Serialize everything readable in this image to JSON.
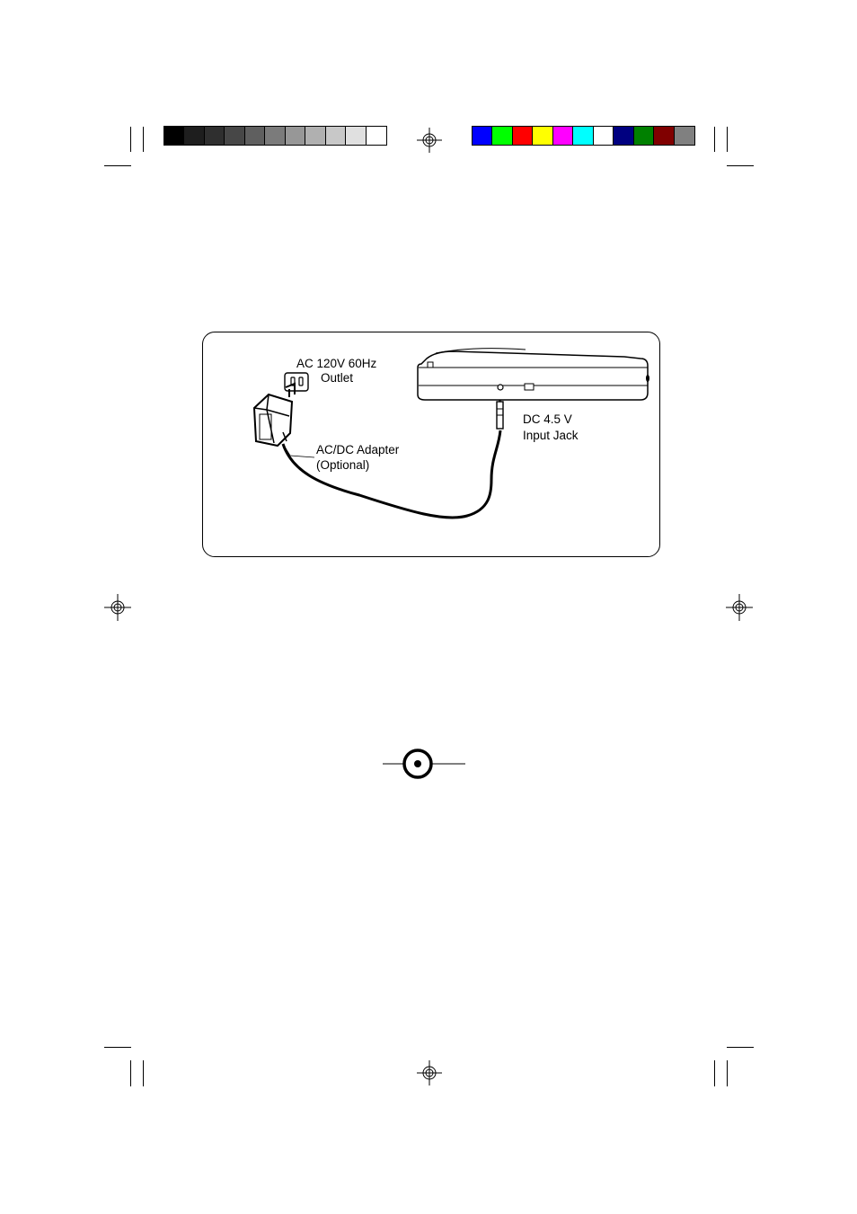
{
  "print_marks": {
    "grayscale_bar": [
      "#000000",
      "#1e1e1e",
      "#2f2f2f",
      "#474747",
      "#5f5f5f",
      "#7b7b7b",
      "#979797",
      "#b0b0b0",
      "#c8c8c8",
      "#e0e0e0",
      "#ffffff"
    ],
    "color_bar": [
      "#0000ff",
      "#00ff00",
      "#ff0000",
      "#ffff00",
      "#ff00ff",
      "#00ffff",
      "#ffffff",
      "#000080",
      "#008000",
      "#800000",
      "#808080"
    ]
  },
  "diagram": {
    "outlet_label_line1": "AC 120V 60Hz",
    "outlet_label_line2": "Outlet",
    "adapter_label_line1": "AC/DC Adapter",
    "adapter_label_line2": "(Optional)",
    "jack_label_line1": "DC 4.5 V",
    "jack_label_line2": "Input Jack"
  },
  "icons": [
    "registration-mark-icon",
    "page-center-target-icon",
    "ac-outlet-icon",
    "ac-dc-adapter-icon",
    "portable-device-icon",
    "dc-plug-icon"
  ]
}
